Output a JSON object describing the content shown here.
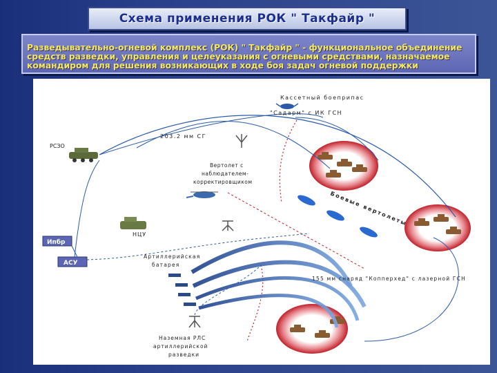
{
  "title": "Схема применения РОК \" Такфайр \"",
  "description": "Разведывательно-огневой комплекс (РОК) \" Такфайр \" - функциональное объединение средств разведки, управления и целеуказания с огневыми средствами, назначаемое командиром для решения возникающих в ходе боя задач огневой поддержки",
  "labels": {
    "cluster_munition": "Кассетный боеприпас",
    "sadarm": "\"Садарм\" с ИК ГСН",
    "rszo": "РСЗО",
    "sg203": "203.2 мм СГ",
    "helicopter": "Вертолет с наблюдателем-корректировщиком",
    "attack_helicopters": "Боевые вертолеты",
    "ncu": "НЦУ",
    "ipbr": "Ипбр",
    "asu": "АСУ",
    "artillery_battery": "Артиллерийская батарея",
    "copperhead": "155 мм снаряд \"Копперхед\" с лазерной ГСН",
    "ground_radar": "Наземная РЛС артиллерийской разведки"
  },
  "colors": {
    "accent": "#1d2f8c",
    "highlight": "#f2e85c",
    "target_fill": "#c0202a",
    "arrow": "#2a5aa8"
  }
}
